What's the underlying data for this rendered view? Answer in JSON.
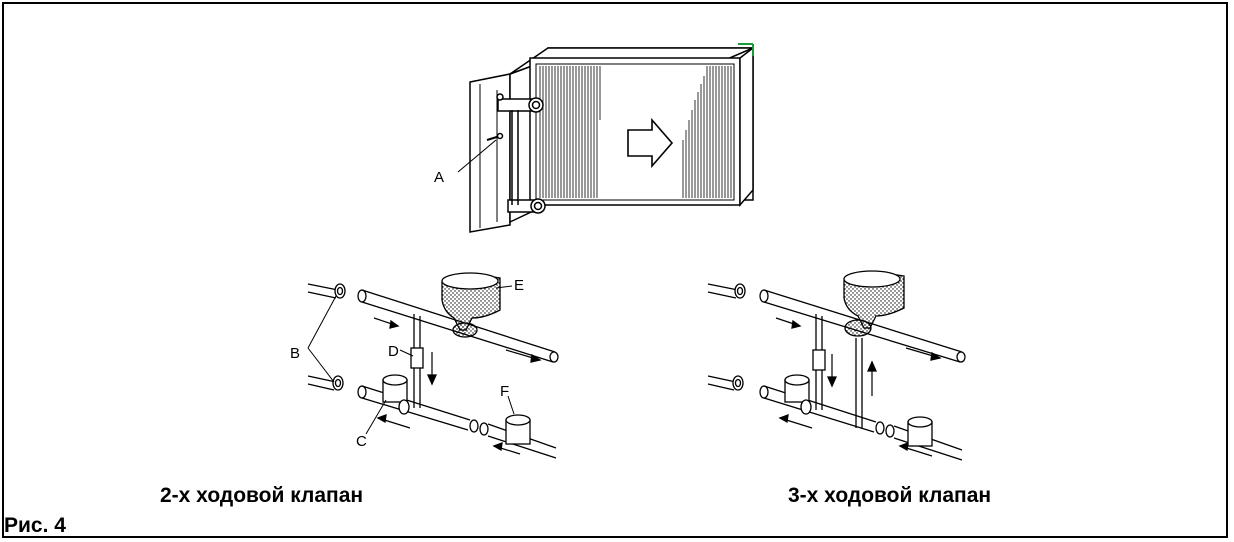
{
  "figure_label": "Рис. 4",
  "captions": {
    "left": "2-х ходовой клапан",
    "right": "3-х ходовой клапан"
  },
  "callouts": {
    "a": "A",
    "b": "B",
    "c": "C",
    "d": "D",
    "e": "E",
    "f": "F"
  },
  "colors": {
    "line": "#000000",
    "accent": "#1a9a3a"
  }
}
